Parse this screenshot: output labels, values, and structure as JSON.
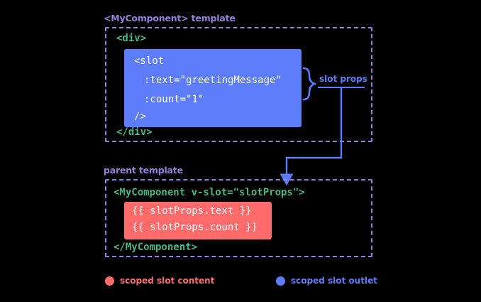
{
  "colors": {
    "background": "#000000",
    "accent_purple": "#9b7ede",
    "accent_green": "#42b883",
    "outlet_blue": "#5c7cfa",
    "content_red": "#ff6b6b",
    "code_white": "#ffffff"
  },
  "component_section": {
    "label": "<MyComponent> template",
    "code_open": "<div>",
    "code_close": "</div>",
    "outlet_box": {
      "line1": "<slot",
      "line2": ":text=\"greetingMessage\"",
      "line3": ":count=\"1\"",
      "line4": "/>"
    },
    "annotation": {
      "brace": "}",
      "label": "slot props"
    }
  },
  "parent_section": {
    "label": "parent template",
    "code_open": "<MyComponent v-slot=\"slotProps\">",
    "code_close": "</MyComponent>",
    "content_box": {
      "line1": "{{ slotProps.text }}",
      "line2": "{{ slotProps.count }}"
    }
  },
  "legend": {
    "content": "scoped slot content",
    "outlet": "scoped slot outlet"
  }
}
